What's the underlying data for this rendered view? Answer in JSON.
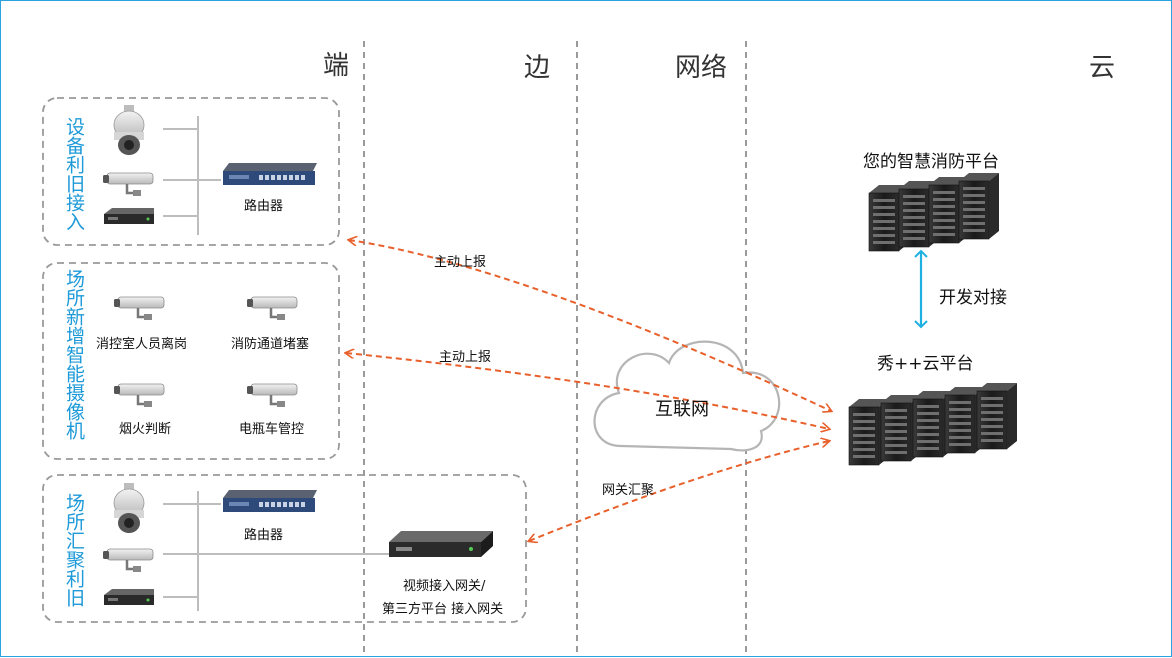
{
  "columns": {
    "duan": "端",
    "bian": "边",
    "wangluo": "网络",
    "yun": "云"
  },
  "groups": {
    "reuse": {
      "title": "设备利旧接入",
      "router": "路由器"
    },
    "new": {
      "title": "场所新增智能摄像机",
      "cam1": "消控室人员离岗",
      "cam2": "消防通道堵塞",
      "cam3": "烟火判断",
      "cam4": "电瓶车管控"
    },
    "aggregate": {
      "title": "场所汇聚利旧",
      "router": "路由器",
      "gateway_line1": "视频接入网关/",
      "gateway_line2": "第三方平台 接入网关"
    }
  },
  "network": {
    "cloud": "互联网"
  },
  "cloud_side": {
    "your_platform": "您的智慧消防平台",
    "open_link": "开发对接",
    "platform": "秀++云平台"
  },
  "arrows": {
    "report1": "主动上报",
    "report2": "主动上报",
    "gateway": "网关汇聚"
  },
  "colors": {
    "accent_blue": "#1e9ad8",
    "arrow_orange": "#e8602c",
    "dash_gray": "#9a9a9a"
  }
}
